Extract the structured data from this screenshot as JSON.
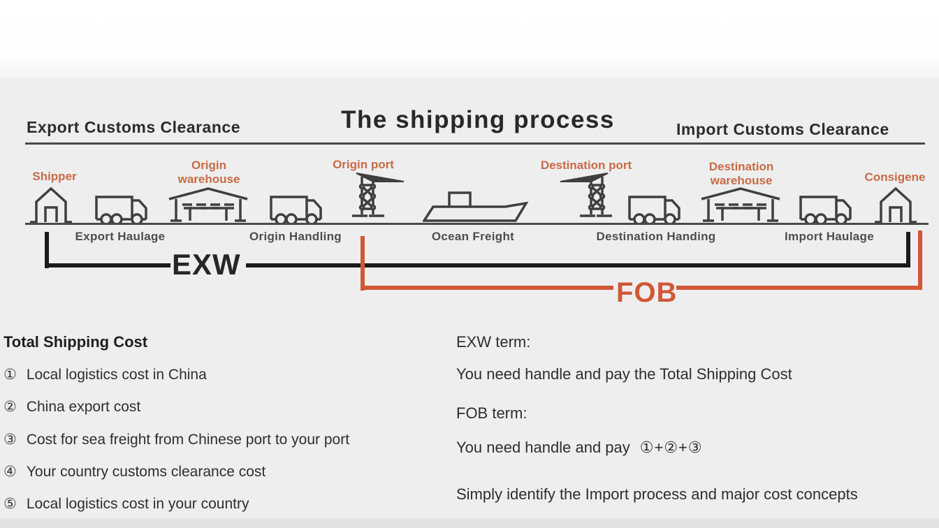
{
  "header": {
    "left_label": "Export Customs Clearance",
    "title": "The shipping process",
    "right_label": "Import Customs Clearance"
  },
  "stations": [
    {
      "label": "Shipper",
      "icon": "house"
    },
    {
      "label": "Origin warehouse",
      "icon": "warehouse"
    },
    {
      "label": "Origin port",
      "icon": "crane-right"
    },
    {
      "label": "Destination port",
      "icon": "crane-left"
    },
    {
      "label": "Destination warehouse",
      "icon": "warehouse"
    },
    {
      "label": "Consigene",
      "icon": "house"
    }
  ],
  "transports": [
    {
      "label": "Export Haulage",
      "icon": "truck"
    },
    {
      "label": "Origin Handling",
      "icon": "truck"
    },
    {
      "label": "Ocean Freight",
      "icon": "ship"
    },
    {
      "label": "Destination Handing",
      "icon": "truck"
    },
    {
      "label": "Import Haulage",
      "icon": "truck"
    }
  ],
  "brackets": {
    "exw": "EXW",
    "fob": "FOB"
  },
  "cost_panel": {
    "title": "Total Shipping Cost",
    "items": [
      {
        "num": "①",
        "text": "Local logistics cost in China"
      },
      {
        "num": "②",
        "text": "China export cost"
      },
      {
        "num": "③",
        "text": "Cost for sea freight from Chinese port to your port"
      },
      {
        "num": "④",
        "text": "Your country customs clearance cost"
      },
      {
        "num": "⑤",
        "text": "Local logistics cost in your country"
      }
    ]
  },
  "terms_panel": {
    "exw_heading": "EXW term:",
    "exw_text": "You need handle and pay the Total Shipping Cost",
    "fob_heading": "FOB term:",
    "fob_text": "You need handle and pay",
    "fob_formula": "①+②+③",
    "note": "Simply identify the Import process and major cost concepts"
  },
  "colors": {
    "accent_orange": "#d05836",
    "bracket_black": "#1b1b1b",
    "line_gray": "#4a4a4a"
  }
}
